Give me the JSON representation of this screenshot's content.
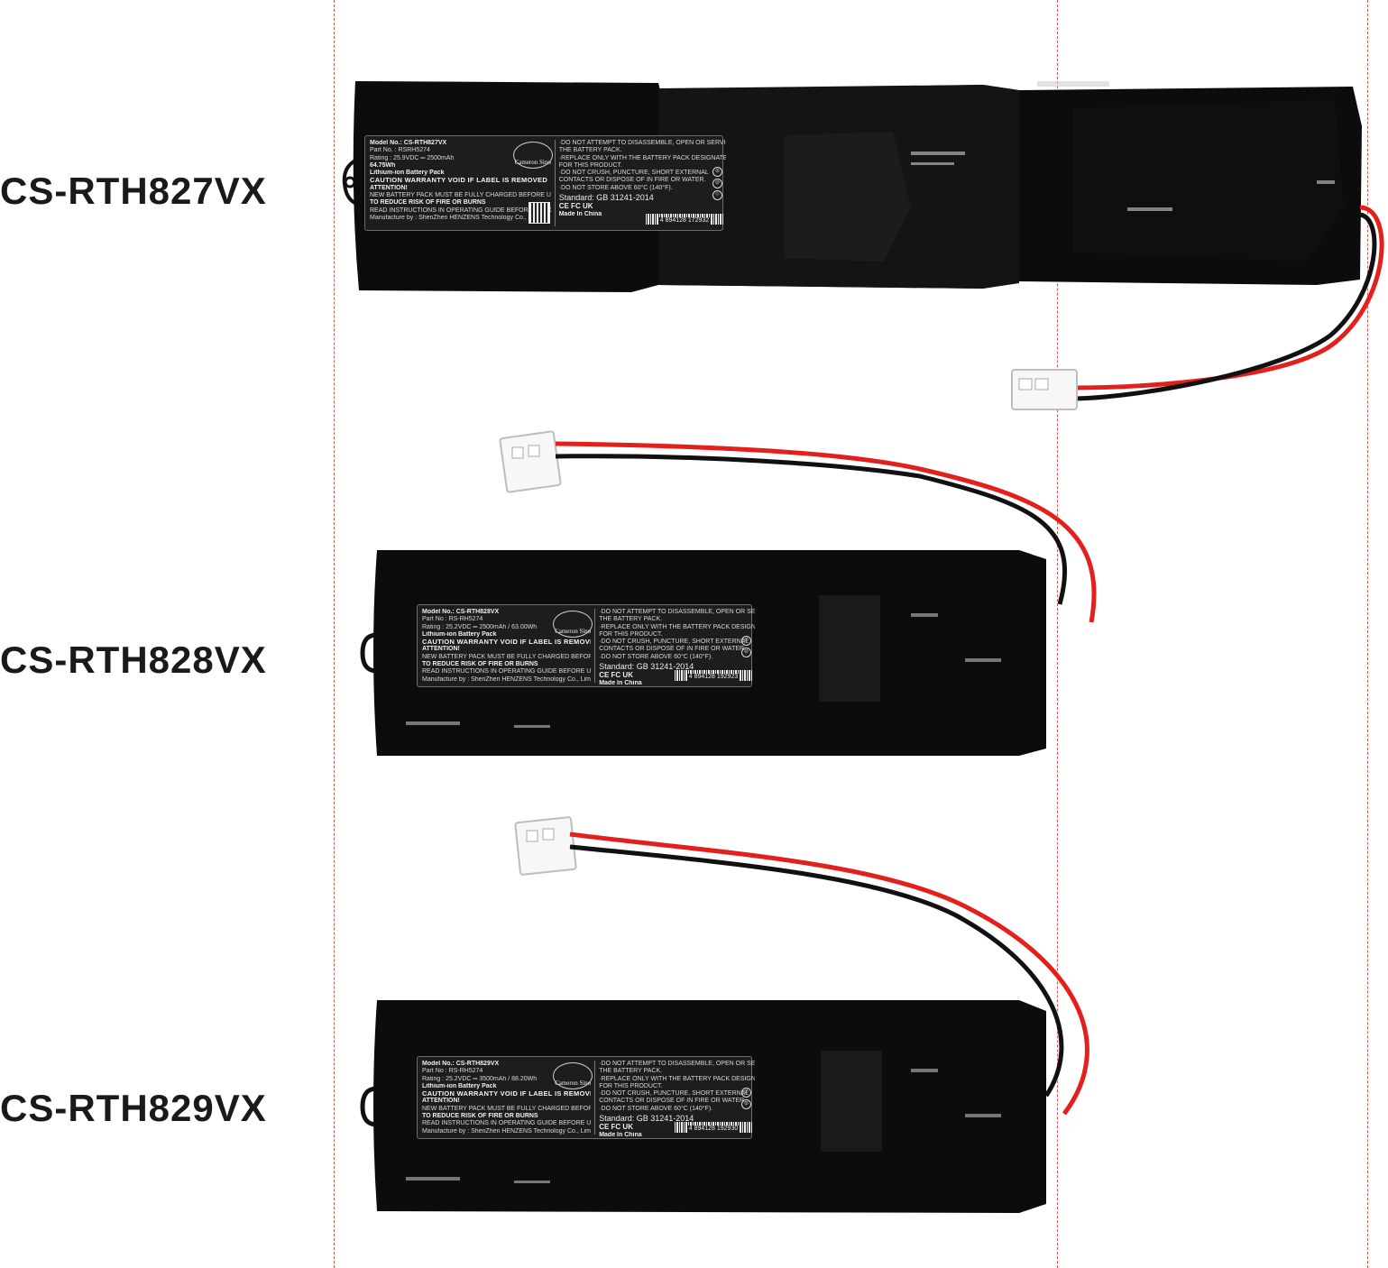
{
  "guides": {
    "color": "#d9534f"
  },
  "colors": {
    "pack": "#0c0c0c",
    "wire_red": "#e3201b",
    "wire_black": "#111111",
    "connector": "#f7f7f7"
  },
  "packs": [
    {
      "title": "CS-RTH827VX",
      "label": {
        "model": "Model No.: CS-RTH827VX",
        "part": "Part No. : RSRH5274",
        "rating": "Rating    : 25.9VDC ═ 2500mAh",
        "energy": "64.75Wh",
        "type": "Lithium-ion Battery Pack",
        "caution": "CAUTION  WARRANTY VOID IF LABEL IS REMOVED",
        "attention": "ATTENTION!",
        "att1": "NEW BATTERY PACK MUST BE FULLY CHARGED BEFORE USE",
        "att2": "TO REDUCE RISK OF FIRE OR BURNS",
        "att3": "READ INSTRUCTIONS IN OPERATING GUIDE BEFORE USING THE BATTERY.",
        "maker": "Manufacture by : ShenZhen HENZENS Technology Co., Limited",
        "logo": "Cameron Sino",
        "w1": "·DO NOT ATTEMPT TO DISASSEMBLE, OPEN OR SERVICE",
        "w1b": " THE BATTERY PACK.",
        "w2": "·REPLACE ONLY WITH THE BATTERY PACK DESIGNATED",
        "w2b": " FOR THIS PRODUCT.",
        "w3": "·DO NOT CRUSH, PUNCTURE, SHORT EXTERNAL",
        "w3b": " CONTACTS  OR DISPOSE OF IN FIRE OR WATER.",
        "w4": "·DO NOT STORE ABOVE 60°C (140°F).",
        "standard": "Standard: GB 31241-2014",
        "marks": "CE FC UK",
        "made": "Made In China",
        "barcode": "4 894128 172932"
      }
    },
    {
      "title": "CS-RTH828VX",
      "label": {
        "model": "Model No.: CS-RTH828VX",
        "part": "Part No    : RS-RH5274",
        "rating": "Rating     : 25.2VDC ═ 2500mAh / 63.00Wh",
        "type": "Lithium-ion Battery Pack",
        "caution": "CAUTION  WARRANTY VOID IF LABEL IS REMOVED",
        "attention": "ATTENTION!",
        "att1": "NEW BATTERY PACK MUST BE FULLY CHARGED BEFORE USE.",
        "att2": "TO REDUCE RISK OF FIRE OR BURNS",
        "att3": "READ INSTRUCTIONS IN OPERATING GUIDE BEFORE USING THE BATTERY.",
        "maker": "Manufacture by : ShenZhen HENZENS Technology Co., Limited",
        "logo": "Cameron Sino",
        "w1": "·DO NOT ATTEMPT TO DISASSEMBLE, OPEN OR SERVICE",
        "w1b": " THE BATTERY PACK.",
        "w2": "·REPLACE ONLY WITH THE BATTERY PACK DESIGNATED",
        "w2b": " FOR THIS PRODUCT.",
        "w3": "·DO NOT CRUSH, PUNCTURE, SHORT EXTERNAL",
        "w3b": " CONTACTS  OR DISPOSE OF IN FIRE OR WATER.",
        "w4": "·DO NOT STORE ABOVE 60°C (140°F).",
        "standard": "Standard: GB 31241-2014",
        "marks": "CE FC UK",
        "made": "Made In China",
        "barcode": "4 894128 192923"
      }
    },
    {
      "title": "CS-RTH829VX",
      "label": {
        "model": "Model No.: CS-RTH829VX",
        "part": "Part No    : RS-RH5274",
        "rating": "Rating     : 25.2VDC ═ 3500mAh / 88.20Wh",
        "type": "Lithium-ion Battery Pack",
        "caution": "CAUTION  WARRANTY VOID IF LABEL IS REMOVED",
        "attention": "ATTENTION!",
        "att1": "NEW BATTERY PACK MUST BE FULLY CHARGED BEFORE USE.",
        "att2": "TO REDUCE RISK OF FIRE OR BURNS",
        "att3": "READ INSTRUCTIONS IN OPERATING GUIDE BEFORE USING THE BATTERY.",
        "maker": "Manufacture by : ShenZhen HENZENS Technology Co., Limited",
        "logo": "Cameron Sino",
        "w1": "·DO NOT ATTEMPT TO DISASSEMBLE, OPEN OR SERVICE",
        "w1b": " THE BATTERY PACK.",
        "w2": "·REPLACE ONLY WITH THE BATTERY PACK DESIGNATED",
        "w2b": " FOR THIS PRODUCT.",
        "w3": "·DO NOT CRUSH, PUNCTURE, SHORT EXTERNAL",
        "w3b": " CONTACTS  OR DISPOSE OF IN FIRE OR WATER.",
        "w4": "·DO NOT STORE ABOVE 60°C (140°F).",
        "standard": "Standard: GB 31241-2014",
        "marks": "CE FC UK",
        "made": "Made In China",
        "barcode": "4 894128 192930"
      }
    }
  ]
}
